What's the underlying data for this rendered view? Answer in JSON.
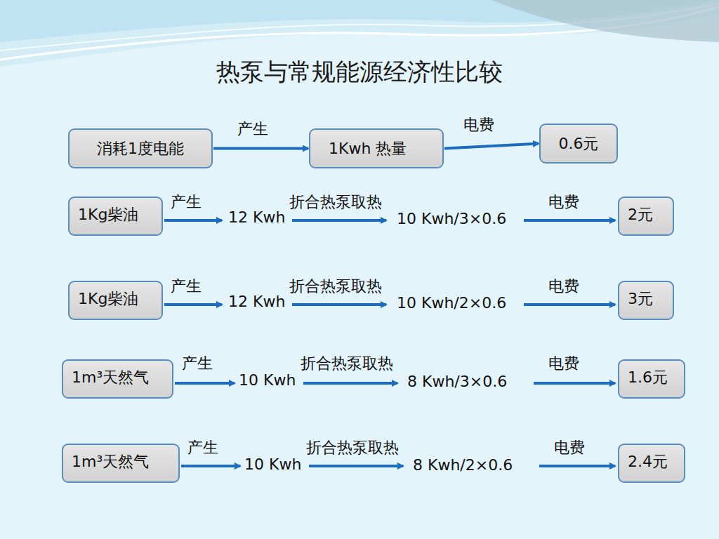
{
  "diagram": {
    "title": "热泵与常规能源经济性比较",
    "nodes": [
      {
        "text": [
          "消耗1度电能"
        ]
      },
      {
        "text": [
          "1Kwh 热量"
        ]
      },
      {
        "text": [
          "0.6元"
        ]
      },
      {
        "text": [
          "1Kg柴油"
        ]
      },
      {
        "text": [
          "2元"
        ]
      },
      {
        "text": [
          "1Kg柴油"
        ]
      },
      {
        "text": [
          "3元"
        ]
      },
      {
        "text": [
          "1m³天然气"
        ]
      },
      {
        "text": [
          "1.6元"
        ]
      },
      {
        "text": [
          "1m³天然气"
        ]
      },
      {
        "text": [
          "2.4元"
        ]
      }
    ],
    "edges": [
      {
        "from": 0,
        "to": 1,
        "label": "产生",
        "arrow": "to"
      },
      {
        "from": 1,
        "to": 2,
        "label": "电费",
        "arrow": "to"
      }
    ],
    "labels": [
      "产生",
      "12 Kwh",
      "折合热泵取热",
      "10 Kwh/3×0.6",
      "电费",
      "产生",
      "12 Kwh",
      "折合热泵取热",
      "10 Kwh/2×0.6",
      "电费",
      "产生",
      "10 Kwh",
      "折合热泵取热",
      "8 Kwh/3×0.6",
      "电费",
      "产生",
      "10 Kwh",
      "折合热泵取热",
      "8 Kwh/2×0.6",
      "电费"
    ]
  }
}
